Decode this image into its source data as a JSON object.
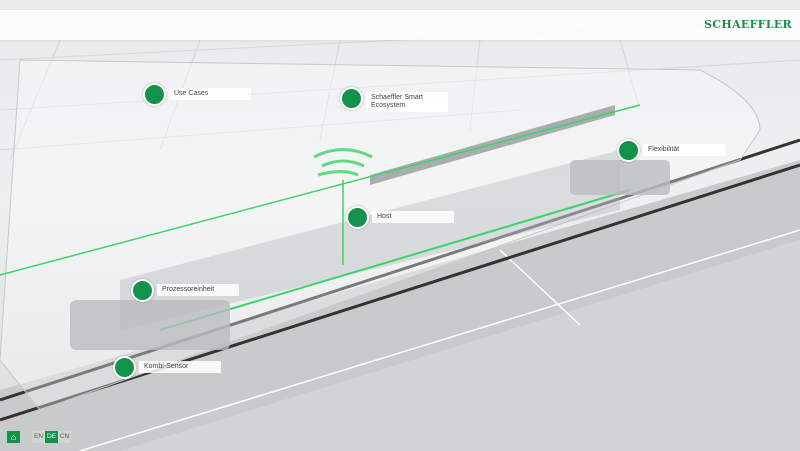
{
  "brand": {
    "logo": "SCHAEFFLER",
    "accent": "#12924a"
  },
  "hotspots": [
    {
      "id": "use-cases",
      "label": "Use Cases"
    },
    {
      "id": "ecosystem",
      "label": "Schaeffler Smart Ecosystem"
    },
    {
      "id": "host",
      "label": "Host"
    },
    {
      "id": "flexibility",
      "label": "Flexibilität"
    },
    {
      "id": "processor",
      "label": "Prozessoreinheit"
    },
    {
      "id": "sensor",
      "label": "Kombi-Sensor"
    }
  ],
  "footer": {
    "home_icon": "⌂",
    "languages": [
      "EN",
      "DE",
      "CN"
    ],
    "active_language": "DE"
  }
}
